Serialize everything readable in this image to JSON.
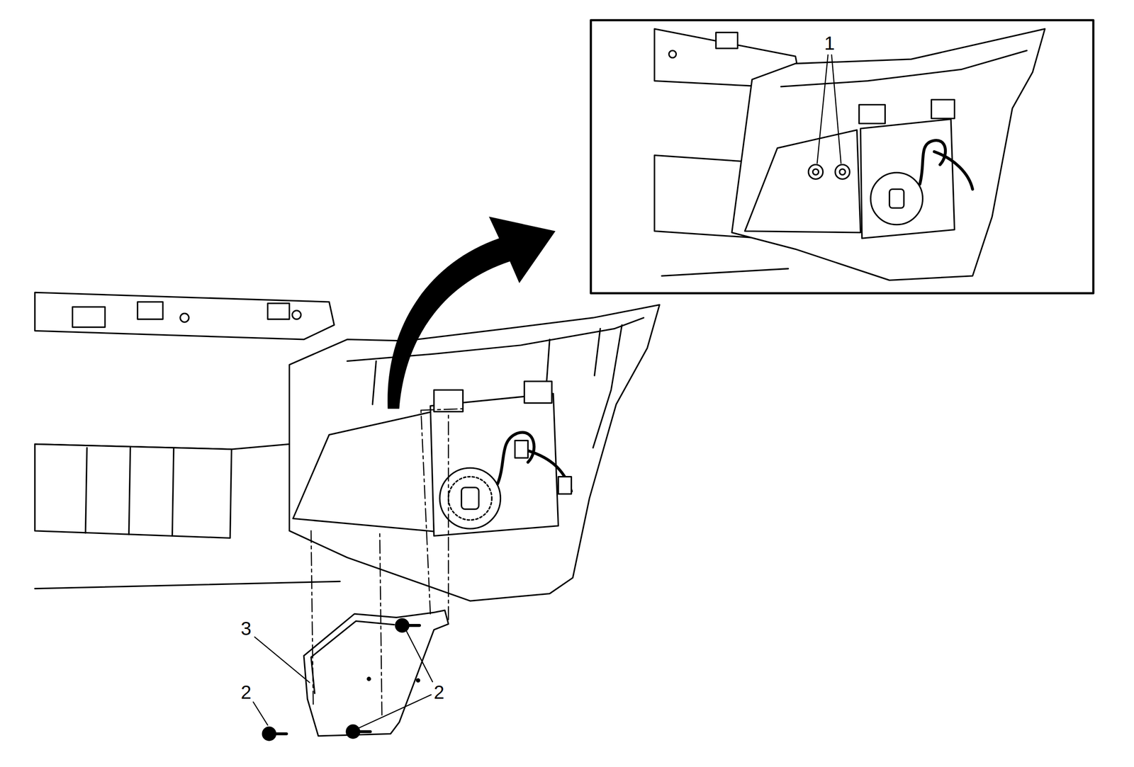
{
  "diagram": {
    "labels": [
      "1",
      "3",
      "2",
      "2"
    ]
  }
}
